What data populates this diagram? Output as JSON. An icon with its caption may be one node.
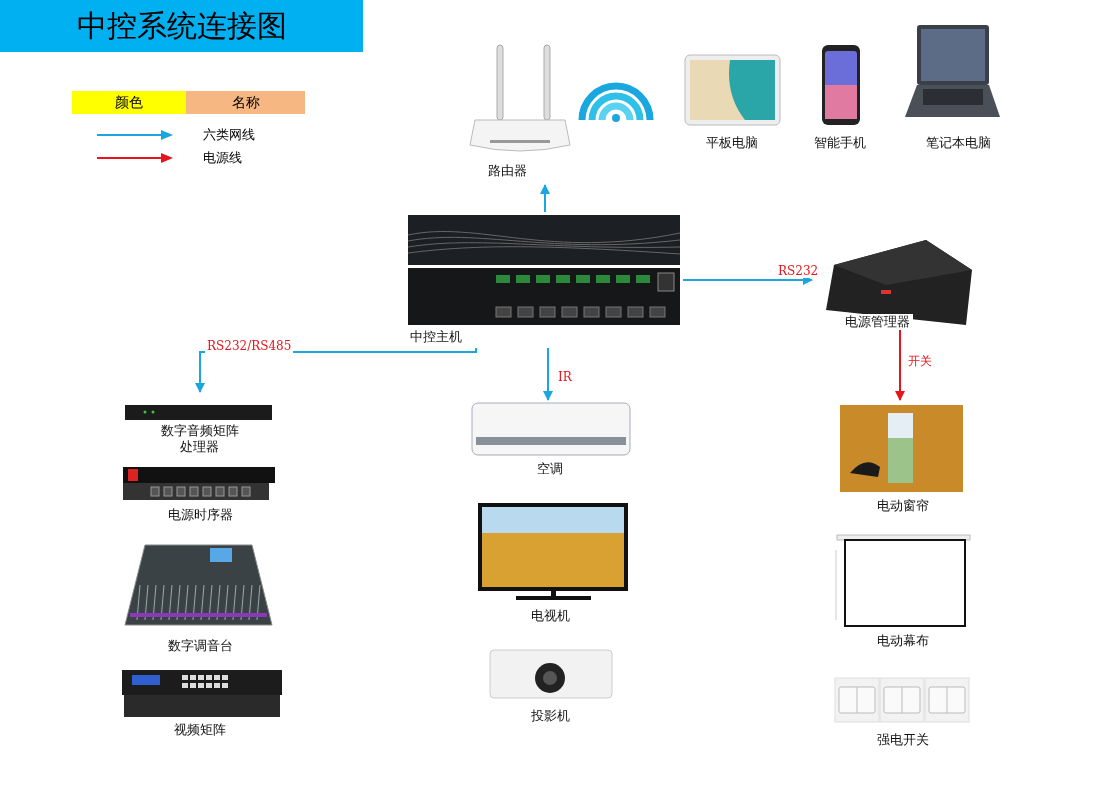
{
  "diagram": {
    "title": "中控系统连接图",
    "nodes": [
      {
        "text": [
          "路由器"
        ]
      },
      {
        "text": [
          "平板电脑"
        ]
      },
      {
        "text": [
          "智能手机"
        ]
      },
      {
        "text": [
          "笔记本电脑"
        ]
      },
      {
        "text": [
          "中控主机"
        ]
      },
      {
        "text": [
          "电源管理器"
        ]
      },
      {
        "text": [
          "数字音频矩阵处理器"
        ]
      },
      {
        "text": [
          "电源时序器"
        ]
      },
      {
        "text": [
          "数字调音台"
        ]
      },
      {
        "text": [
          "视频矩阵"
        ]
      },
      {
        "text": [
          "空调"
        ]
      },
      {
        "text": [
          "电视机"
        ]
      },
      {
        "text": [
          "投影机"
        ]
      },
      {
        "text": [
          "电动窗帘"
        ]
      },
      {
        "text": [
          "电动幕布"
        ]
      },
      {
        "text": [
          "强电开关"
        ]
      }
    ],
    "edges": [
      {
        "from": 4,
        "to": 0,
        "arrow": "to"
      },
      {
        "from": 4,
        "to": 5,
        "arrow": "to",
        "label": "RS232"
      },
      {
        "from": 4,
        "to": 6,
        "arrow": "to",
        "label": "RS232/RS485"
      },
      {
        "from": 4,
        "to": 10,
        "arrow": "to",
        "label": "IR"
      },
      {
        "from": 5,
        "to": 13,
        "arrow": "to",
        "label": "开关",
        "color": "#e8141b"
      }
    ],
    "labels": [
      "颜色",
      "名称"
    ],
    "legend": [
      {
        "text": "六类网线"
      },
      {
        "text": "电源线"
      }
    ]
  }
}
